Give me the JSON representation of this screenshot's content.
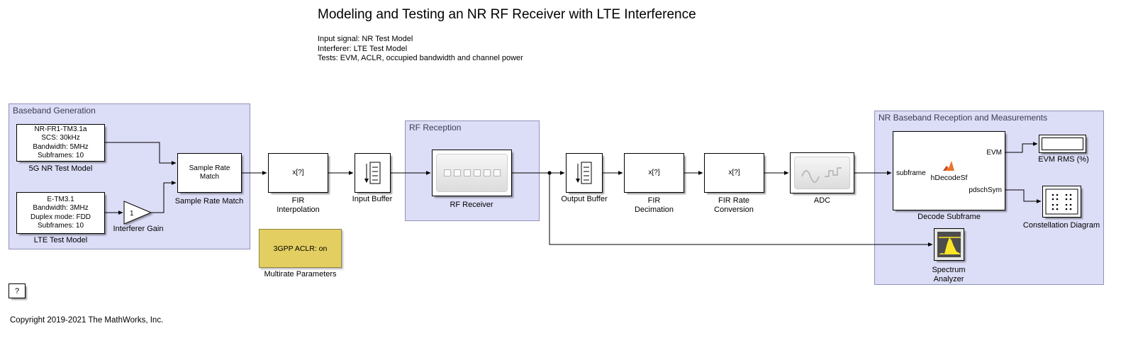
{
  "header": {
    "title": "Modeling and Testing an NR RF Receiver with LTE Interference",
    "description": "Input signal: NR Test Model\nInterferer: LTE Test Model\nTests: EVM, ACLR, occupied bandwidth and channel power"
  },
  "regions": {
    "baseband_generation": {
      "title": "Baseband Generation"
    },
    "rf_reception": {
      "title": "RF Reception"
    },
    "nr_baseband_reception": {
      "title": "NR Baseband Reception and Measurements"
    }
  },
  "blocks": {
    "nr_test_model": {
      "text": "NR-FR1-TM3.1a\nSCS: 30kHz\nBandwidth: 5MHz\nSubframes: 10",
      "label": "5G NR Test Model"
    },
    "lte_test_model": {
      "text": "E-TM3.1\nBandwidth: 3MHz\nDuplex mode: FDD\nSubframes: 10",
      "label": "LTE Test Model"
    },
    "interferer_gain": {
      "value": "1",
      "label": "Interferer Gain"
    },
    "sample_rate_match": {
      "text": "Sample Rate\nMatch",
      "label": "Sample Rate Match"
    },
    "fir_interpolation": {
      "text": "x[?]",
      "label": "FIR\nInterpolation"
    },
    "input_buffer": {
      "label": "Input Buffer"
    },
    "rf_receiver": {
      "label": "RF Receiver"
    },
    "output_buffer": {
      "label": "Output Buffer"
    },
    "fir_decimation": {
      "text": "x[?]",
      "label": "FIR\nDecimation"
    },
    "fir_rate_conversion": {
      "text": "x[?]",
      "label": "FIR Rate\nConversion"
    },
    "adc": {
      "label": "ADC"
    },
    "decode_subframe": {
      "function_name": "hDecodeSf",
      "input_port": "subframe",
      "output_port_top": "EVM",
      "output_port_bottom": "pdschSym",
      "label": "Decode Subframe"
    },
    "evm_rms_display": {
      "label": "EVM RMS (%)"
    },
    "constellation_diagram": {
      "label": "Constellation Diagram"
    },
    "spectrum_analyzer": {
      "label": "Spectrum\nAnalyzer"
    },
    "multirate_parameters": {
      "text": "3GPP ACLR: on",
      "label": "Multirate Parameters"
    },
    "help": {
      "text": "?"
    }
  },
  "footer": {
    "copyright": "Copyright 2019-2021 The MathWorks, Inc."
  },
  "colors": {
    "region_fill": "#dcddf6",
    "region_border": "#9093bb",
    "annotation_yellow": "#e3ce61",
    "spectrum_yellow": "#ffe625",
    "matlab_orange": "#e8762c"
  }
}
